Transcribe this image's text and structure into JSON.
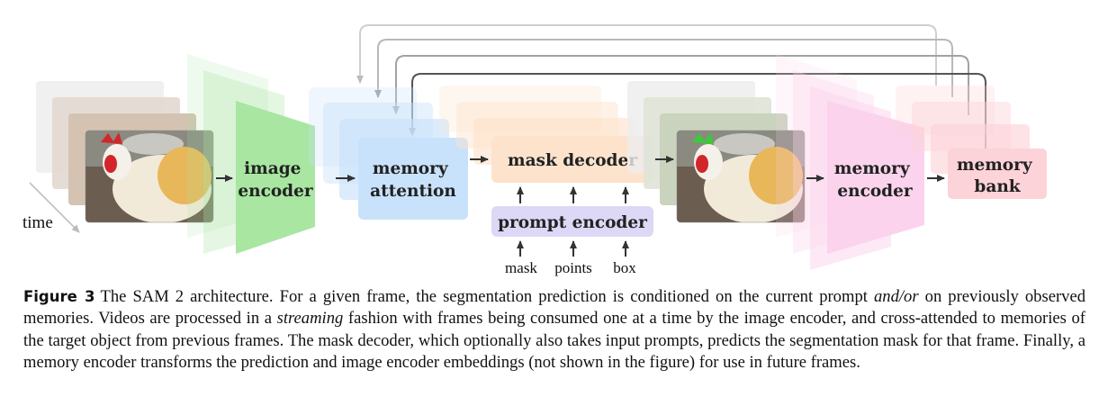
{
  "diagram": {
    "nodes": {
      "image_encoder": [
        "image",
        "encoder"
      ],
      "memory_attention": [
        "memory",
        "attention"
      ],
      "mask_decoder": "mask decoder",
      "prompt_encoder": "prompt encoder",
      "memory_encoder": [
        "memory",
        "encoder"
      ],
      "memory_bank": [
        "memory",
        "bank"
      ]
    },
    "prompt_inputs": [
      "mask",
      "points",
      "box"
    ],
    "time_label": "time",
    "colors": {
      "image_encoder": "#a8e6a1",
      "memory_attention": "#c9e2fb",
      "mask_decoder": "#fde3cc",
      "prompt_encoder": "#dcd8f6",
      "memory_encoder": "#fbd3ec",
      "memory_bank": "#fcd3d8",
      "arrow": "#333333",
      "feedback": "#555555"
    }
  },
  "caption": {
    "label": "Figure 3",
    "segments": [
      {
        "text": "The SAM 2 architecture. For a given frame, the segmentation prediction is conditioned on the current prompt ",
        "italic": false
      },
      {
        "text": "and/or",
        "italic": true
      },
      {
        "text": " on previously observed memories. Videos are processed in a ",
        "italic": false
      },
      {
        "text": "streaming",
        "italic": true
      },
      {
        "text": " fashion with frames being consumed one at a time by the image encoder, and cross-attended to memories of the target object from previous frames. The mask decoder, which optionally also takes input prompts, predicts the segmentation mask for that frame. Finally, a memory encoder transforms the prediction and image encoder embeddings (not shown in the figure) for use in future frames.",
        "italic": false
      }
    ]
  }
}
